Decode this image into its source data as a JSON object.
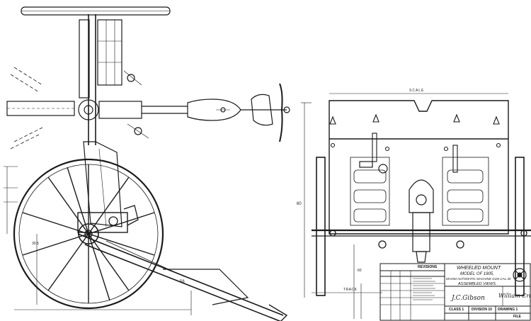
{
  "title_block": {
    "title_line1": "WHEELED MOUNT",
    "title_line2": "MODEL OF 1905,",
    "title_line3": "MAXIM AUTOMATIC MACHINE GUN CAL.30",
    "title_line4": "ASSEMBLED VIEWS.",
    "revisions_label": "REVISIONS",
    "class_label": "CLASS 1",
    "division_label": "DIVISION 10",
    "drawing_label": "DRAWING 1",
    "file_label": "FILE",
    "signature_left": "J.C.Gibson",
    "signature_right": "William Crozier"
  },
  "dimensions": {
    "scale_label": "SCALE",
    "track_label": "TRACK",
    "height_label": "60",
    "wheel_label": "56",
    "track_value": "60",
    "axle_label": "30.5"
  }
}
